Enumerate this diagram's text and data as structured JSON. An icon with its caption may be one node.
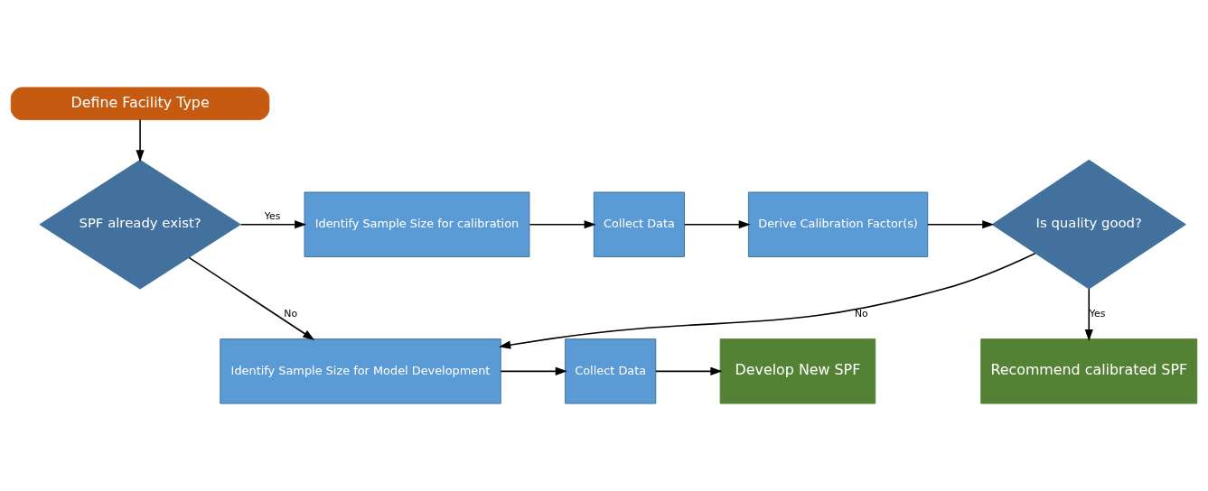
{
  "diagram": {
    "nodes": [
      {
        "text": [
          "Define Facility Type"
        ]
      },
      {
        "text": [
          "SPF already exist?"
        ]
      },
      {
        "text": [
          "Identify Sample Size for calibration"
        ]
      },
      {
        "text": [
          "Collect Data"
        ]
      },
      {
        "text": [
          "Derive Calibration Factor(s)"
        ]
      },
      {
        "text": [
          "Is quality good?"
        ]
      },
      {
        "text": [
          "Identify Sample Size for Model Development"
        ]
      },
      {
        "text": [
          "Collect Data"
        ]
      },
      {
        "text": [
          "Develop New SPF"
        ]
      },
      {
        "text": [
          "Recommend calibrated SPF"
        ]
      }
    ],
    "edges": [
      {
        "from": 0,
        "to": 1,
        "arrow": "to"
      },
      {
        "from": 1,
        "to": 2,
        "arrow": "to",
        "label": "Yes"
      },
      {
        "from": 2,
        "to": 3,
        "arrow": "to"
      },
      {
        "from": 3,
        "to": 4,
        "arrow": "to"
      },
      {
        "from": 4,
        "to": 5,
        "arrow": "to"
      },
      {
        "from": 1,
        "to": 6,
        "arrow": "to",
        "label": "No"
      },
      {
        "from": 5,
        "to": 6,
        "arrow": "to",
        "label": "No"
      },
      {
        "from": 6,
        "to": 7,
        "arrow": "to"
      },
      {
        "from": 7,
        "to": 8,
        "arrow": "to"
      },
      {
        "from": 5,
        "to": 9,
        "arrow": "to",
        "label": "Yes"
      }
    ]
  }
}
